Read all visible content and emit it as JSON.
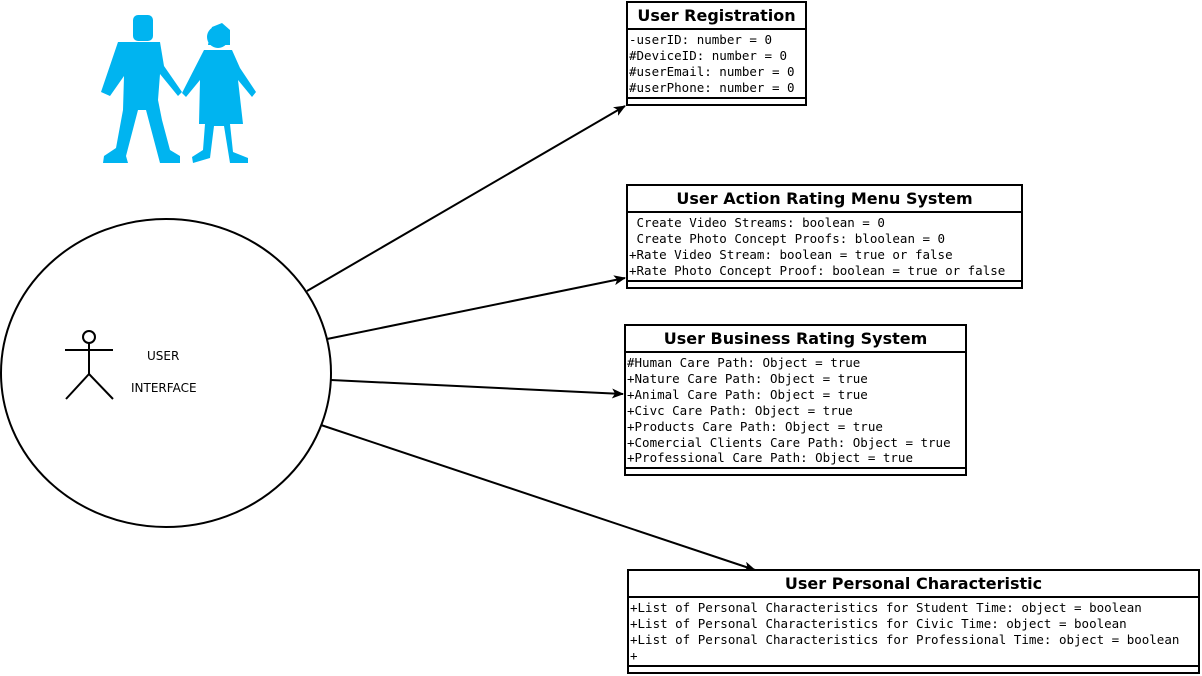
{
  "colors": {
    "people": "#00b4f0",
    "stroke": "#000000",
    "background": "#ffffff"
  },
  "actor": {
    "label_line1": "USER",
    "label_line2": "INTERFACE"
  },
  "classes": [
    {
      "title": "User Registration",
      "attributes": [
        "-userID: number = 0",
        "#DeviceID: number = 0",
        "#userEmail: number = 0",
        "#userPhone: number = 0"
      ]
    },
    {
      "title": "User Action Rating Menu System",
      "attributes": [
        " Create Video Streams: boolean = 0",
        " Create Photo Concept Proofs: bloolean = 0",
        "+Rate Video Stream: boolean = true or false",
        "+Rate Photo Concept Proof: boolean = true or false"
      ]
    },
    {
      "title": "User Business Rating System",
      "attributes": [
        "#Human Care Path: Object = true",
        "+Nature Care Path: Object = true",
        "+Animal Care Path: Object = true",
        "+Civc Care Path: Object = true",
        "+Products Care Path: Object = true",
        "+Comercial Clients Care Path: Object = true",
        "+Professional Care Path: Object = true"
      ]
    },
    {
      "title": "User Personal Characteristic",
      "attributes": [
        "+List of Personal Characteristics for Student Time: object = boolean",
        "+List of Personal Characteristics for Civic Time: object = boolean",
        "+List of Personal Characteristics for Professional Time: object = boolean",
        "+"
      ]
    }
  ]
}
